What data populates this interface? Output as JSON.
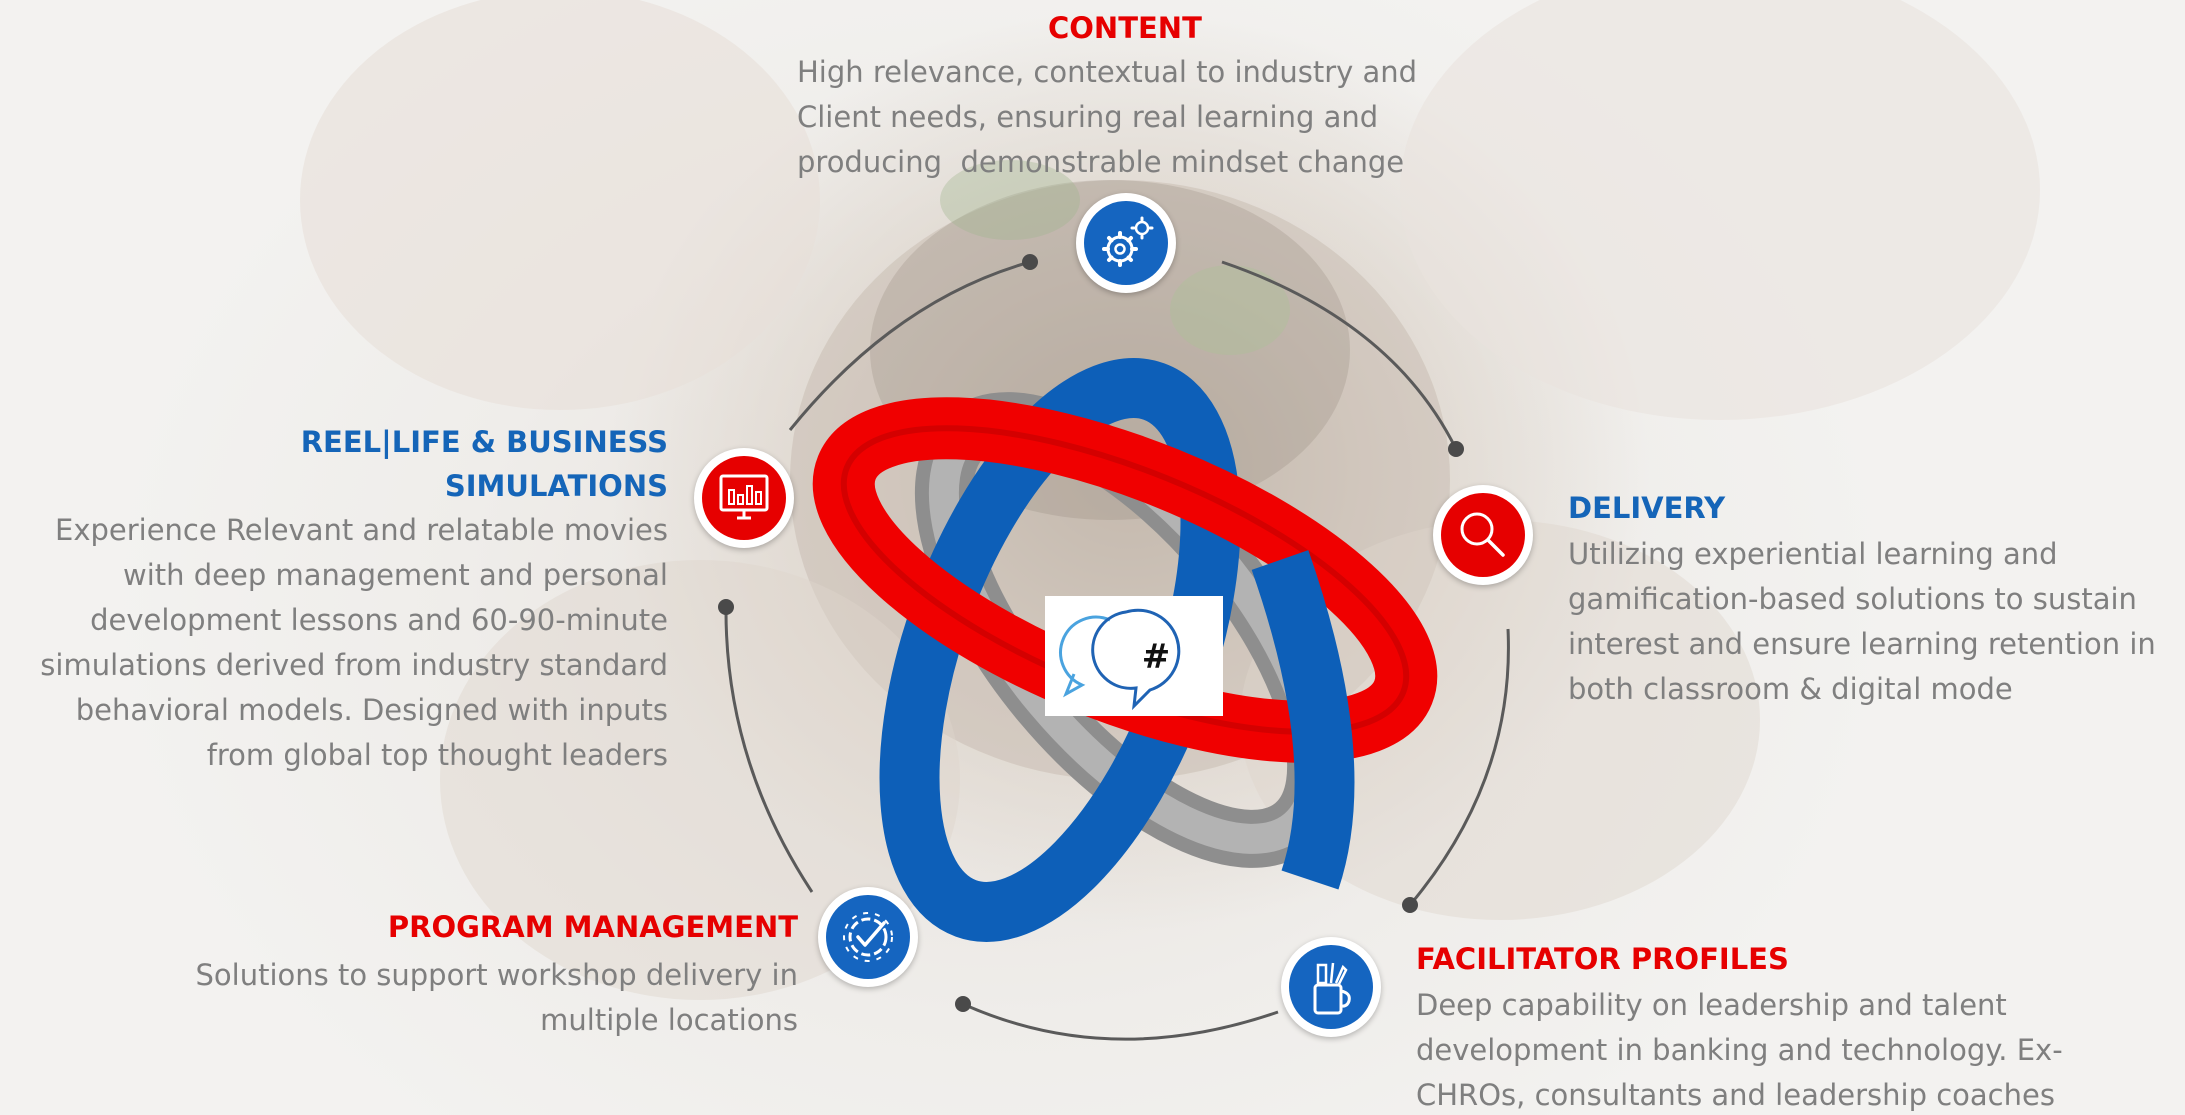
{
  "segments": {
    "content": {
      "title": "CONTENT",
      "lines": [
        "High relevance, contextual to industry and",
        "Client needs, ensuring real learning and",
        "producing  demonstrable mindset change"
      ],
      "icon": "gears-icon",
      "color": "#1565c0"
    },
    "delivery": {
      "title": "DELIVERY",
      "lines": [
        "Utilizing experiential learning and",
        "gamification-based solutions to sustain",
        "interest and ensure learning retention in",
        "both classroom & digital mode"
      ],
      "icon": "magnifier-icon",
      "color": "#e60000"
    },
    "facilitator": {
      "title": "FACILITATOR PROFILES",
      "lines": [
        "Deep capability on leadership and talent",
        "development in banking and technology. Ex-",
        "CHROs, consultants and leadership coaches"
      ],
      "icon": "pen-holder-icon",
      "color": "#1565c0"
    },
    "program": {
      "title": "PROGRAM MANAGEMENT",
      "lines": [
        "Solutions to support workshop delivery in",
        "multiple locations"
      ],
      "icon": "gear-check-icon",
      "color": "#1565c0"
    },
    "reel": {
      "title_lines": [
        "REEL|LIFE & BUSINESS",
        "SIMULATIONS"
      ],
      "lines": [
        "Experience Relevant and relatable movies",
        "with deep management and personal",
        "development lessons and 60-90-minute",
        "simulations derived from industry standard",
        "behavioral models. Designed with inputs",
        "from global top thought leaders"
      ],
      "icon": "monitor-chart-icon",
      "color": "#e60000"
    }
  },
  "center_logo": {
    "glyph": "#",
    "icon": "chat-bubbles-icon"
  },
  "colors": {
    "red": "#e60000",
    "blue": "#1565c0",
    "gray": "#9e9e9e",
    "text_gray": "#7f7f7f"
  }
}
